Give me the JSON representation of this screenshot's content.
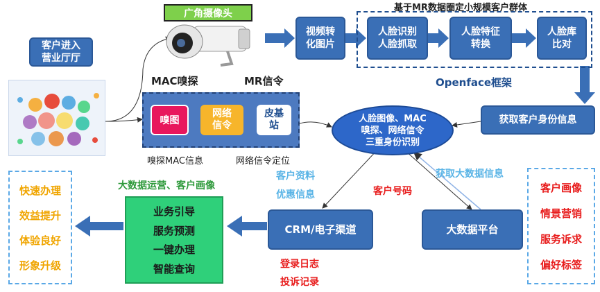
{
  "camera": {
    "label": "广角摄像头",
    "label_bg": "#7ed04b"
  },
  "customer_enter": {
    "line1": "客户进入",
    "line2": "营业厅厅"
  },
  "sensing": {
    "mac": "MAC嗅探",
    "mr": "MR信令"
  },
  "mr_group_title": "基于MR数据圈定小规模客户群体",
  "pipeline": [
    {
      "line1": "视频转",
      "line2": "化图片"
    },
    {
      "line1": "人脸识别",
      "line2": "人脸抓取"
    },
    {
      "line1": "人脸特征",
      "line2": "转换"
    },
    {
      "line1": "人脸库",
      "line2": "比对"
    }
  ],
  "openface": "Openface框架",
  "get_identity": "获取客户身份信息",
  "sniff_panel": {
    "items": [
      {
        "label": "嗅图",
        "bg": "#e8175d",
        "fg": "#ffffff"
      },
      {
        "line1": "网络",
        "line2": "信令",
        "bg": "#f7b52b",
        "fg": "#ffffff"
      },
      {
        "line1": "皮基",
        "line2": "站",
        "bg": "#ffffff",
        "fg": "#1f4e8f"
      }
    ],
    "caption_left": "嗅探MAC信息",
    "caption_right": "网络信令定位"
  },
  "triple_id": {
    "line1": "人脸图像、MAC",
    "line2": "嗅探、网络信令",
    "line3": "三重身份识别"
  },
  "customer_info": {
    "line1": "客户资料",
    "line2": "优惠信息"
  },
  "customer_number": "客户号码",
  "get_bigdata": "获取大数据信息",
  "crm": "CRM/电子渠道",
  "bigdata": "大数据平台",
  "crm_logs": {
    "line1": "登录日志",
    "line2": "投诉记录"
  },
  "operations_title": "大数据运营、客户画像",
  "services": [
    "业务引导",
    "服务预测",
    "一键办理",
    "智能查询"
  ],
  "benefits": [
    "快速办理",
    "效益提升",
    "体验良好",
    "形象升级"
  ],
  "profiles": [
    "客户画像",
    "情景营销",
    "服务诉求",
    "偏好标签"
  ],
  "colors": {
    "primary": "#3a6fb6",
    "green": "#2fd07a",
    "red": "#e81d1d",
    "gold": "#f0a500",
    "light_blue": "#5ab4e6"
  }
}
